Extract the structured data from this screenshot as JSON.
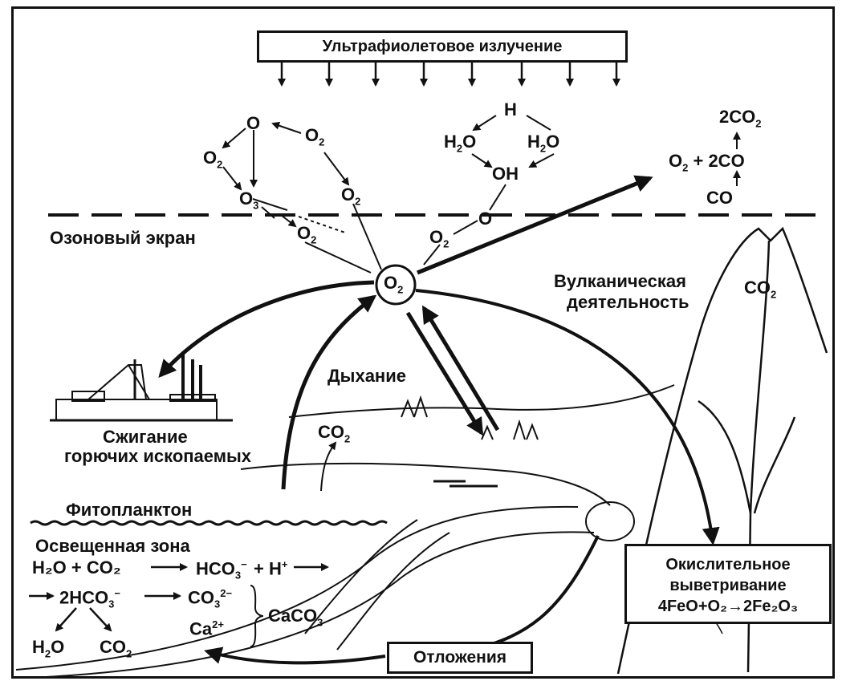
{
  "labels": {
    "uv_radiation": "Ультрафиолетовое излучение",
    "ozone_screen": "Озоновый экран",
    "volcanic_1": "Вулканическая",
    "volcanic_2": "деятельность",
    "breathing": "Дыхание",
    "burning_1": "Сжигание",
    "burning_2": "горючих ископаемых",
    "phytoplankton": "Фитопланктон",
    "lit_zone": "Освещенная зона",
    "weathering_1": "Окислительное",
    "weathering_2": "выветривание",
    "sediments": "Отложения",
    "caco3": "CaCO",
    "caco3_sub": "3"
  },
  "formulas": {
    "o2": "O",
    "o2_sub": "2",
    "o": "O",
    "o3": "O",
    "o3_sub": "3",
    "h": "H",
    "h2o": "H",
    "h2o_sub": "2",
    "h2o_o": "O",
    "oh": "OH",
    "co": "CO",
    "co2": "CO",
    "co2_sub": "2",
    "two_co2": "2CO",
    "o2_plus_2co": "+ 2CO",
    "ca": "Ca",
    "ca_sup": "2+",
    "eq1_h2o_co2": "H₂O + CO₂",
    "eq1_hco3": "HCO",
    "eq1_hco3_sub": "3",
    "eq1_hco3_sup": "−",
    "eq1_plus_h": "+ H",
    "eq1_h_sup": "+",
    "eq2_2hco3": "2HCO",
    "eq2_co3": "CO",
    "eq2_co3_sub": "3",
    "eq2_co3_sup": "2−",
    "weathering_eq": "4FeO+O₂→2Fe₂O₃"
  }
}
